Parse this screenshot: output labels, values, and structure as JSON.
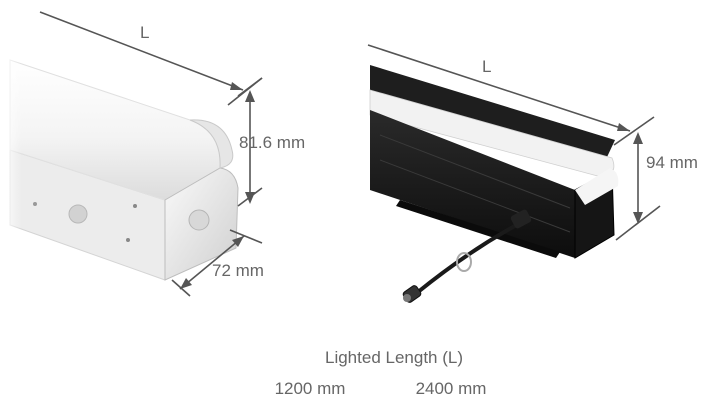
{
  "left_fixture": {
    "length_label": "L",
    "height_label": "81.6 mm",
    "depth_label": "72 mm"
  },
  "right_fixture": {
    "length_label": "L",
    "height_label": "94 mm"
  },
  "caption": {
    "title": "Lighted Length (L)",
    "option_1": "1200 mm",
    "option_2": "2400 mm"
  },
  "colors": {
    "dimension_line": "#555555",
    "text": "#666666",
    "housing_white": "#f2f2f2",
    "housing_black": "#1a1a1a"
  }
}
